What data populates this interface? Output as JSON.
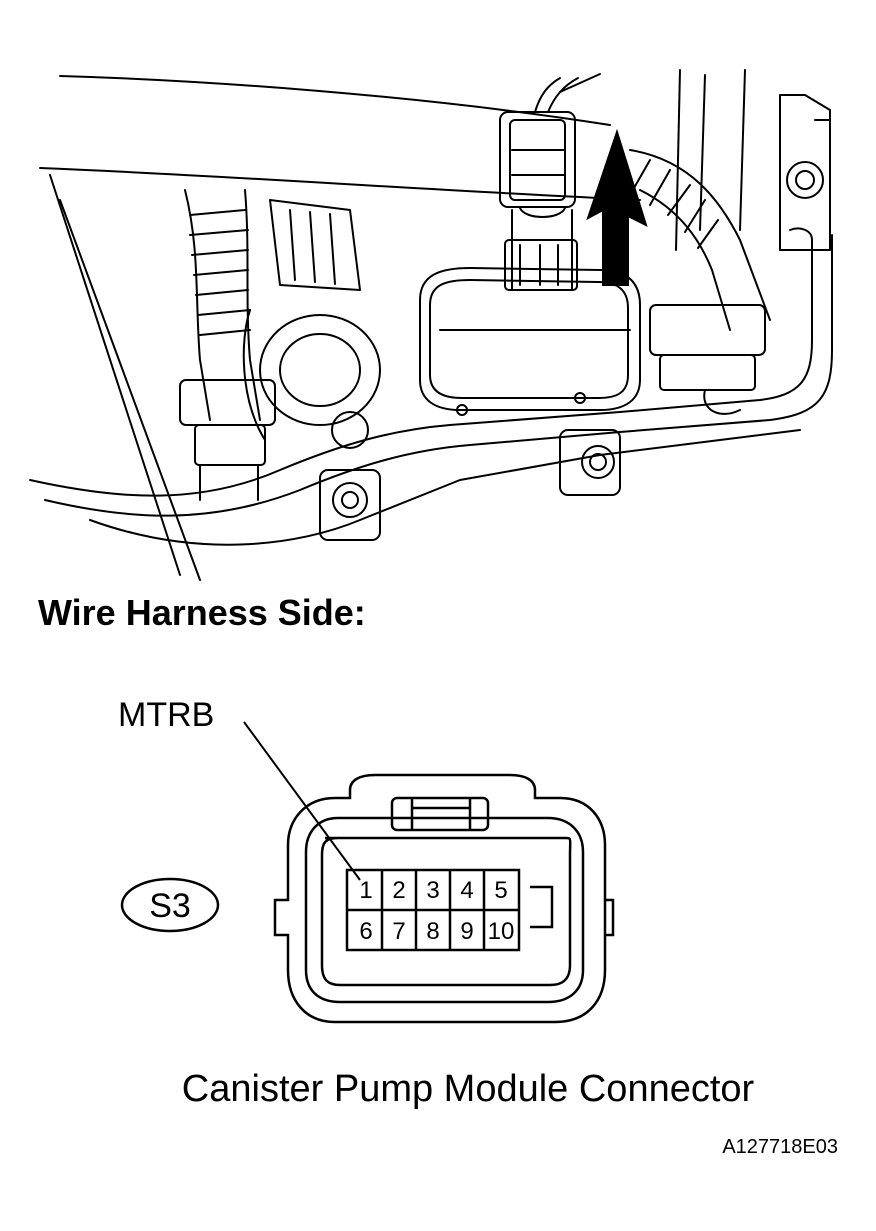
{
  "heading": "Wire Harness Side:",
  "terminal_callout": "MTRB",
  "connector_code": "S3",
  "pins": {
    "top_row": [
      "1",
      "2",
      "3",
      "4",
      "5"
    ],
    "bottom_row": [
      "6",
      "7",
      "8",
      "9",
      "10"
    ]
  },
  "caption": "Canister Pump Module Connector",
  "figure_id": "A127718E03",
  "illustration": {
    "arrow_direction": "up",
    "content": "engine-bay-connector-disconnect"
  }
}
